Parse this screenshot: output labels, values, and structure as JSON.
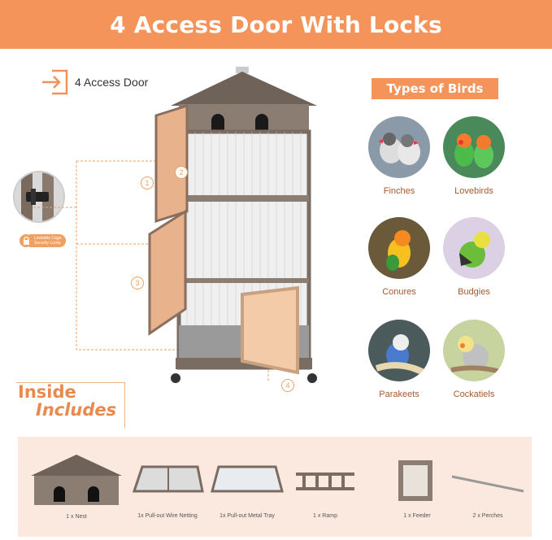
{
  "banner": {
    "title": "4 Access Door With Locks",
    "color": "#f4935a"
  },
  "legend": {
    "label": "4 Access Door",
    "icon": "door-enter-icon"
  },
  "lock": {
    "line1": "Lockable Cage",
    "line2": "Security Locks",
    "icon": "lock-icon"
  },
  "door_numbers": [
    "1",
    "2",
    "3",
    "4"
  ],
  "types": {
    "header": "Types of Birds",
    "birds": [
      {
        "name": "Finches"
      },
      {
        "name": "Lovebirds"
      },
      {
        "name": "Conures"
      },
      {
        "name": "Budgies"
      },
      {
        "name": "Parakeets"
      },
      {
        "name": "Cockatiels"
      }
    ]
  },
  "inside": {
    "line1": "Inside",
    "line2": "Includes"
  },
  "items": [
    {
      "caption": "1 x Nest"
    },
    {
      "caption": "1x Pull-out Wire Netting"
    },
    {
      "caption": "1x Pull-out Metal Tray"
    },
    {
      "caption": "1 x Ramp"
    },
    {
      "caption": "1 x Feeder"
    },
    {
      "caption": "2 x Perches"
    }
  ]
}
